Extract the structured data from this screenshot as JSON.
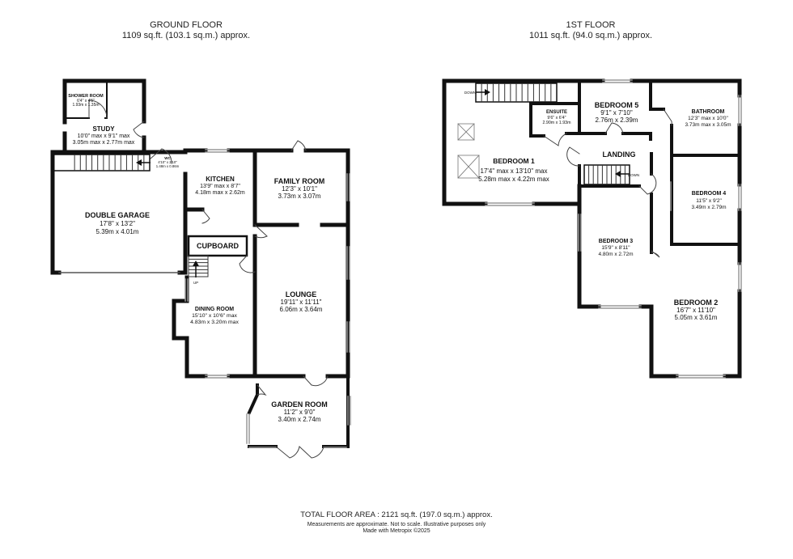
{
  "ground_floor": {
    "title": "GROUND FLOOR",
    "area": "1109 sq.ft. (103.1 sq.m.) approx.",
    "rooms": {
      "shower_room": {
        "name": "SHOWER ROOM",
        "imperial": "6'4\" x 4'5\"",
        "metric": "1.93m x 1.35m"
      },
      "study": {
        "name": "STUDY",
        "imperial": "10'0\" max x 9'1\" max",
        "metric": "3.05m max x 2.77m max"
      },
      "wc": {
        "name": "WC",
        "imperial": "4'10\" x 2'10\"",
        "metric": "1.48m x 0.86m"
      },
      "kitchen": {
        "name": "KITCHEN",
        "imperial": "13'9\" max x 8'7\"",
        "metric": "4.18m max x 2.62m"
      },
      "family_room": {
        "name": "FAMILY ROOM",
        "imperial": "12'3\" x 10'1\"",
        "metric": "3.73m x 3.07m"
      },
      "double_garage": {
        "name": "DOUBLE GARAGE",
        "imperial": "17'8\" x 13'2\"",
        "metric": "5.39m x 4.01m"
      },
      "cupboard": {
        "name": "CUPBOARD"
      },
      "lounge": {
        "name": "LOUNGE",
        "imperial": "19'11\" x 11'11\"",
        "metric": "6.06m x 3.64m"
      },
      "dining_room": {
        "name": "DINING ROOM",
        "imperial": "15'10\" x 10'6\" max",
        "metric": "4.83m x 3.20m max"
      },
      "garden_room": {
        "name": "GARDEN ROOM",
        "imperial": "11'2\" x 9'0\"",
        "metric": "3.40m x 2.74m"
      }
    },
    "stair_label": "UP"
  },
  "first_floor": {
    "title": "1ST FLOOR",
    "area": "1011 sq.ft. (94.0 sq.m.) approx.",
    "rooms": {
      "ensuite": {
        "name": "ENSUITE",
        "imperial": "9'6\" x 6'4\"",
        "metric": "2.90m x 1.93m"
      },
      "bedroom5": {
        "name": "BEDROOM 5",
        "imperial": "9'1\" x 7'10\"",
        "metric": "2.76m x 2.39m"
      },
      "bathroom": {
        "name": "BATHROOM",
        "imperial": "12'3\" max x 10'0\"",
        "metric": "3.73m max x 3.05m"
      },
      "bedroom1": {
        "name": "BEDROOM 1",
        "imperial": "17'4\" max x 13'10\" max",
        "metric": "5.28m max x 4.22m max"
      },
      "landing": {
        "name": "LANDING"
      },
      "bedroom4": {
        "name": "BEDROOM 4",
        "imperial": "11'5\" x 9'2\"",
        "metric": "3.49m x 2.79m"
      },
      "bedroom3": {
        "name": "BEDROOM 3",
        "imperial": "15'9\" x 8'11\"",
        "metric": "4.80m x 2.72m"
      },
      "bedroom2": {
        "name": "BEDROOM 2",
        "imperial": "16'7\" x 11'10\"",
        "metric": "5.05m x 3.61m"
      }
    },
    "stair_down_1": "DOWN",
    "stair_down_2": "DOWN"
  },
  "footer": {
    "total": "TOTAL FLOOR AREA : 2121 sq.ft. (197.0 sq.m.) approx.",
    "disclaimer": "Measurements are approximate.  Not to scale.  Illustrative purposes only",
    "credit": "Made with Metropix ©2025"
  },
  "colors": {
    "wall": "#111111",
    "window": "#9a9a9a",
    "line": "#444444"
  }
}
